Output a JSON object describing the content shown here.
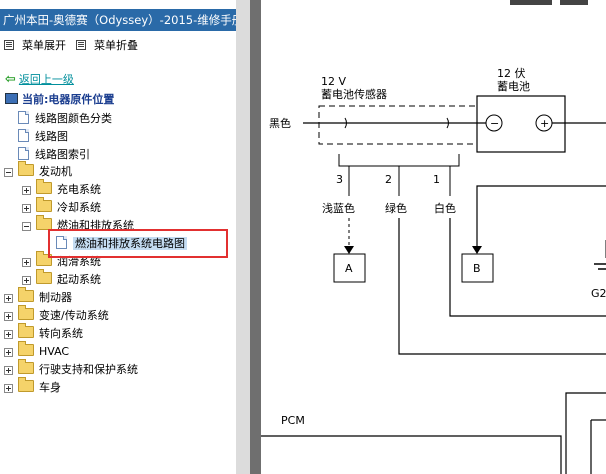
{
  "window_title": "广州本田-奥德赛（Odyssey）-2015-维修手册",
  "menu": {
    "expand_label": "菜单展开",
    "collapse_label": "菜单折叠"
  },
  "nav": {
    "back_label": "返回上一级",
    "current_label": "当前:电器原件位置"
  },
  "tree": {
    "wiring_color": "线路图颜色分类",
    "wiring_diagram": "线路图",
    "wiring_index": "线路图索引",
    "engine": "发动机",
    "charging": "充电系统",
    "cooling": "冷却系统",
    "fuel_exhaust": "燃油和排放系统",
    "fuel_exhaust_diagram": "燃油和排放系统电路图",
    "lubrication": "润滑系统",
    "starting": "起动系统",
    "brakes": "制动器",
    "transmission": "变速/传动系统",
    "steering": "转向系统",
    "hvac": "HVAC",
    "driving_support": "行驶支持和保护系统",
    "body": "车身"
  },
  "diagram": {
    "sensor_voltage": "12 V",
    "sensor_label": "蓄电池传感器",
    "battery_voltage": "12 伏",
    "battery_label": "蓄电池",
    "wire_black": "黑色",
    "pin3": "3",
    "pin2": "2",
    "pin1": "1",
    "wire_lightblue": "浅蓝色",
    "wire_green": "绿色",
    "wire_white": "白色",
    "conn_a": "A",
    "conn_b": "B",
    "ground_label": "G2",
    "pcm_label": "PCM",
    "minus_symbol": "−",
    "plus_symbol": "+"
  },
  "colors": {
    "title_bar": "#2a6aa8",
    "highlight_box": "#e23030",
    "link": "#008f9c",
    "current": "#1a3d8f"
  }
}
